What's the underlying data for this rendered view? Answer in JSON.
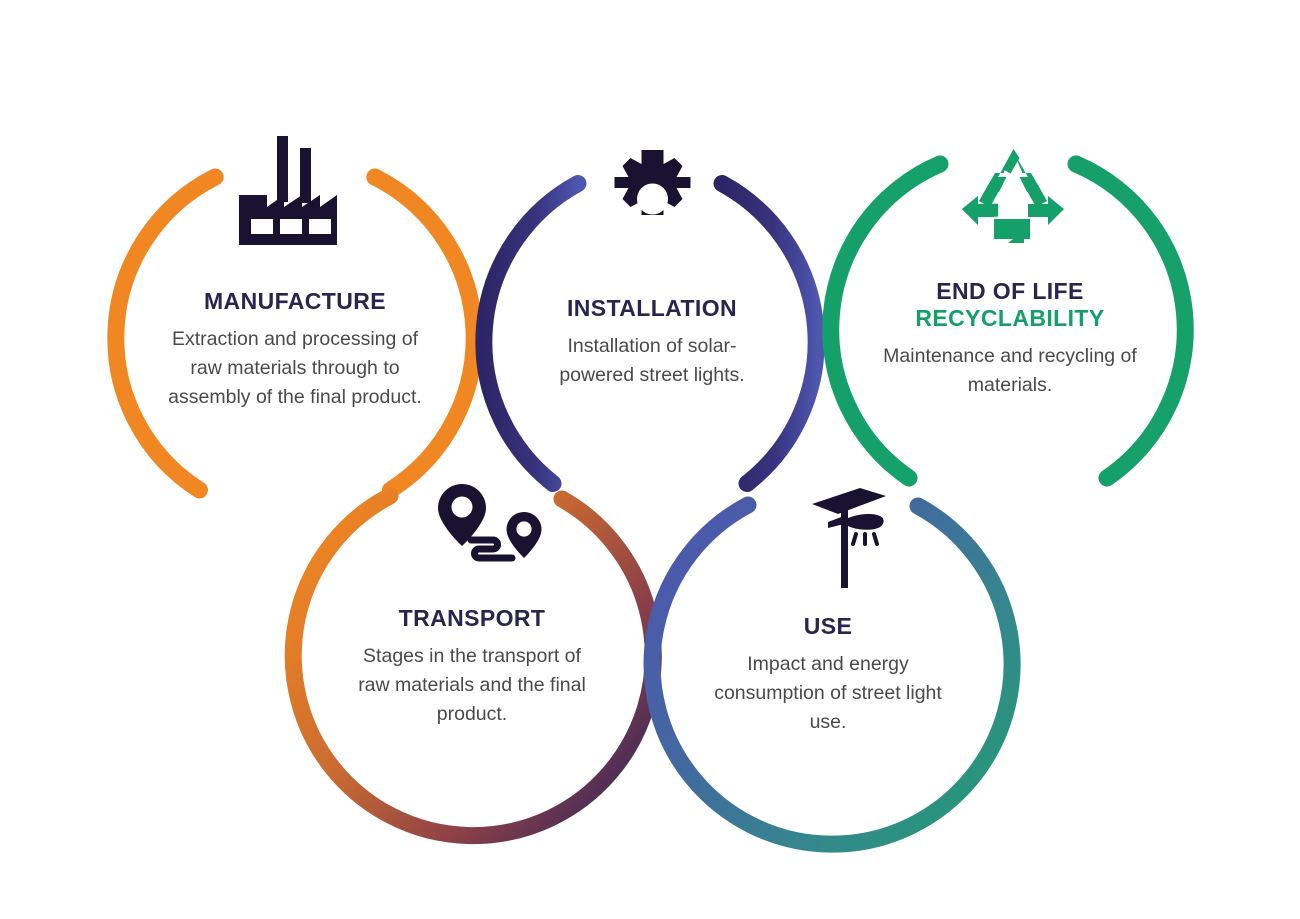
{
  "diagram": {
    "type": "lifecycle-cycle",
    "background": "#ffffff",
    "palette": {
      "orange": "#F08722",
      "navy": "#2E2566",
      "blue_purple": "#4A52A8",
      "steel_blue": "#3F72A8",
      "green": "#15A06A",
      "teal_green": "#2E9B7E",
      "rust": "#B4563C",
      "deep_purple": "#3A2450",
      "heading": "#2A2550",
      "body_text": "#4A4A4A",
      "icon_dark": "#191331"
    },
    "stages": [
      {
        "id": "manufacture",
        "title": "MANUFACTURE",
        "title_accent": "",
        "description": "Extraction and processing of raw materials through to assembly of the final product.",
        "icon": "factory-icon",
        "icon_color": "#191331",
        "arc_start_color": "#F08722",
        "arc_end_color": "#F08722"
      },
      {
        "id": "installation",
        "title": "INSTALLATION",
        "title_accent": "",
        "description": "Installation of solar-powered street lights.",
        "icon": "gear-icon",
        "icon_color": "#191331",
        "arc_start_color": "#2E2566",
        "arc_end_color": "#4A52A8"
      },
      {
        "id": "endoflife",
        "title": "END OF LIFE",
        "title_accent": "RECYCLABILITY",
        "description": "Maintenance and recycling of materials.",
        "icon": "recycle-icon",
        "icon_color": "#15A06A",
        "arc_start_color": "#15A06A",
        "arc_end_color": "#15A06A"
      },
      {
        "id": "transport",
        "title": "TRANSPORT",
        "title_accent": "",
        "description": "Stages in the transport of raw materials and the final product.",
        "icon": "route-pins-icon",
        "icon_color": "#191331",
        "arc_start_color": "#F08722",
        "arc_end_color": "#3A2450"
      },
      {
        "id": "use",
        "title": "USE",
        "title_accent": "",
        "description": "Impact and energy consumption of street light use.",
        "icon": "solar-street-light-icon",
        "icon_color": "#191331",
        "arc_start_color": "#4A52A8",
        "arc_end_color": "#2E9B7E"
      }
    ]
  }
}
